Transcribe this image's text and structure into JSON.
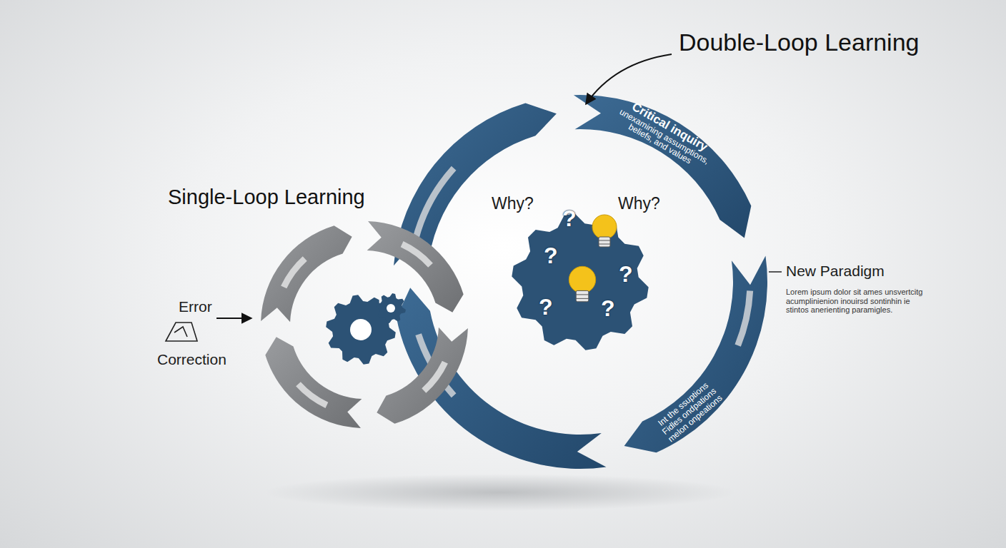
{
  "diagram": {
    "title": "Double-Loop Learning",
    "nodes": [
      {
        "text": [
          "Critical inquiry",
          "unexamining assumptions, beliefs, and values",
          "Int the ssuptions Fidles ondpations melon onpeations"
        ]
      },
      {
        "text": [
          "Single-Loop Learning"
        ]
      }
    ],
    "labels": [
      "Error",
      "Correction",
      "Why?",
      "Why?",
      "?",
      "?",
      "?",
      "?",
      "?",
      "New Paradigm",
      "Lorem ipsum dolor sit ames unsvertcitg acumplinienion inouirsd sontinhin ie stintos anerienting paramigles."
    ]
  }
}
